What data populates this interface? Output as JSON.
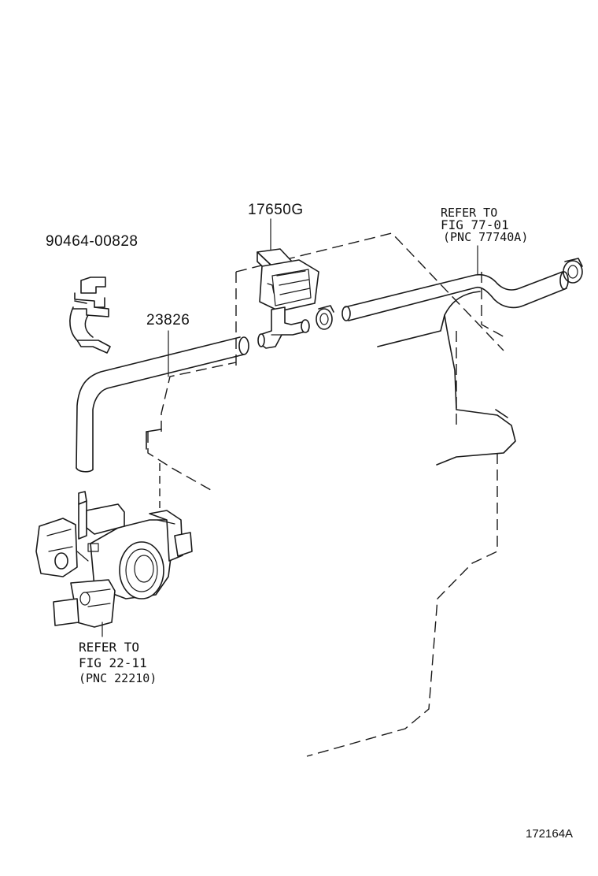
{
  "parts": {
    "clamp": "90464-00828",
    "hose": "23826",
    "vsv": "17650G"
  },
  "refer_top": {
    "line1": "REFER TO",
    "line2": "FIG 77-01",
    "line3": "(PNC 77740A)"
  },
  "refer_bottom": {
    "line1": "REFER TO",
    "line2": "FIG 22-11",
    "line3": "(PNC 22210)"
  },
  "figure_code": "172164A"
}
